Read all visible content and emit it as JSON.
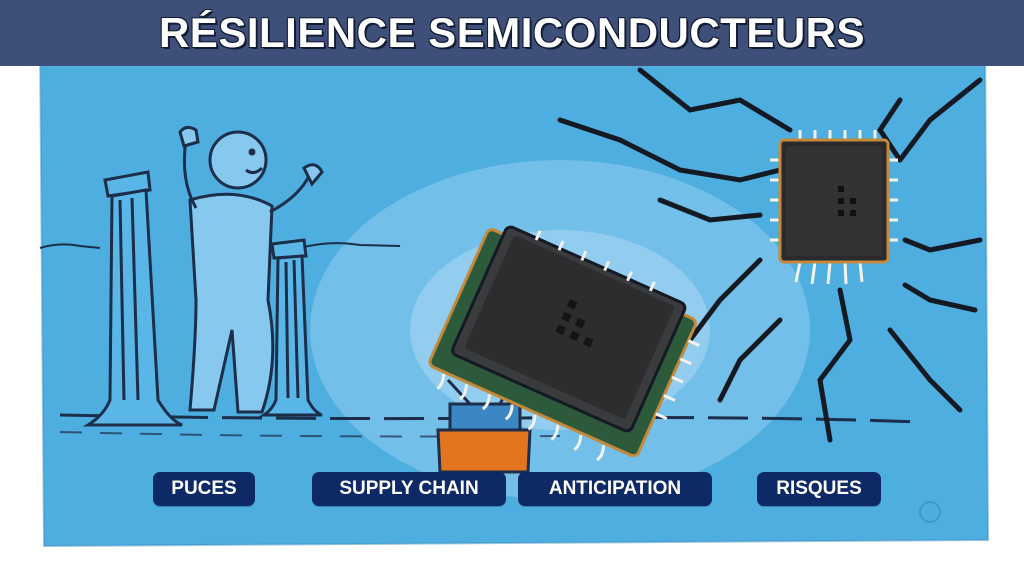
{
  "header": {
    "title": "RÉSILIENCE SEMICONDUCTEURS"
  },
  "tags": [
    {
      "label": "PUCES"
    },
    {
      "label": "SUPPLY CHAIN"
    },
    {
      "label": "ANTICIPATION"
    },
    {
      "label": "RISQUES"
    }
  ],
  "colors": {
    "banner": "#3e4f7a",
    "tag_bg": "#0e2a66",
    "sky": "#4eaee0"
  }
}
